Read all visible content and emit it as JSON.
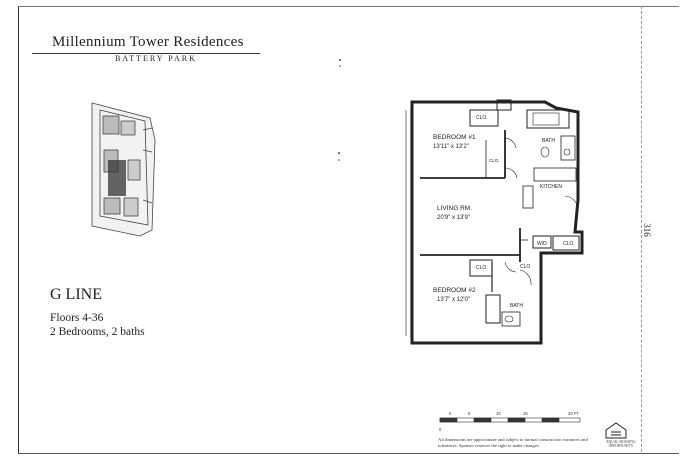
{
  "brand": {
    "title": "Millennium Tower Residences",
    "subtitle": "BATTERY PARK"
  },
  "unit": {
    "line": "G LINE",
    "floors": "Floors 4-36",
    "bedrooms_baths": "2 Bedrooms, 2 baths"
  },
  "rooms": {
    "bedroom1_name": "BEDROOM #1",
    "bedroom1_size": "13'11\" x 13'2\"",
    "living_name": "LIVING RM.",
    "living_size": "20'9\" x 13'9\"",
    "bedroom2_name": "BEDROOM #2",
    "bedroom2_size": "13'7\" x 12'0\"",
    "kitchen": "KITCHEN",
    "bath_upper": "BATH",
    "bath_lower": "BATH",
    "clo_upper": "CLO.",
    "clo_upper2": "CLO.",
    "clo_lower": "CLO.",
    "clo_lower2": "CLO",
    "wd": "W/D",
    "clo_right": "CLO."
  },
  "scale_bar": {
    "ticks": [
      "0",
      "5",
      "10",
      "15",
      "20 FT"
    ],
    "zero_label": "0"
  },
  "disclaimer": "All dimensions are approximate and subject to normal construction variances and tolerances. Sponsor reserves the right to make changes.",
  "eho": "EQUAL HOUSING OPPORTUNITY",
  "page_number": "316"
}
